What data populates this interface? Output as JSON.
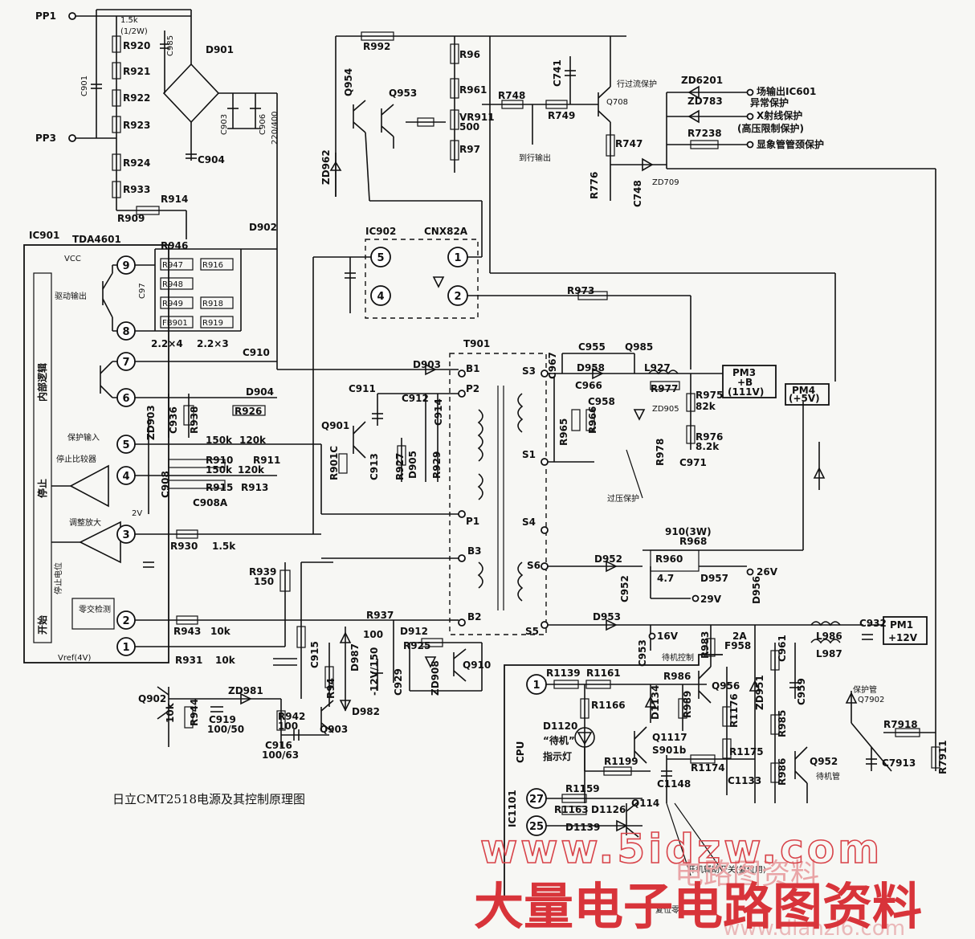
{
  "title": "日立CMT2518电源及其控制原理图",
  "ic": {
    "main": "IC901",
    "main_model": "TDA4601",
    "opto": "IC902",
    "opto_model": "CNX82A",
    "cpu": "IC1101",
    "cpu_label": "CPU"
  },
  "ic901_blocks": [
    "内部逻辑",
    "停止",
    "开始",
    "驱动输出",
    "保护输入",
    "停止比较器",
    "调整放大",
    "停止电位",
    "零交检测",
    "Vref(4V)",
    "VCC",
    "2V"
  ],
  "ic901_pins": [
    "9",
    "8",
    "7",
    "6",
    "5",
    "4",
    "3",
    "2",
    "1"
  ],
  "cpu_pins": [
    "1",
    "27",
    "25"
  ],
  "opto_pins": [
    "5",
    "4",
    "1",
    "2"
  ],
  "inputs": [
    "PP1",
    "PP3"
  ],
  "components": [
    "1.5k",
    "(1/2W)",
    "R920",
    "R921",
    "R922",
    "R923",
    "R924",
    "R933",
    "R909",
    "R914",
    "C901",
    "C985",
    "D901",
    "C903",
    "C906",
    "220/400",
    "C904",
    "R992",
    "Q954",
    "Q953",
    "R96",
    "R961",
    "VR911",
    "500",
    "R97",
    "ZD962",
    "R748",
    "R749",
    "C741",
    "Q708",
    "R747",
    "R776",
    "C748",
    "ZD709",
    "ZD6201",
    "ZD783",
    "R7238",
    "D902",
    "R946",
    "R947",
    "R916",
    "R948",
    "R949",
    "R918",
    "FB901",
    "R919",
    "2.2×4",
    "2.2×3",
    "C97",
    "C910",
    "ZD903",
    "D904",
    "R926",
    "C936",
    "R938",
    "150k",
    "120k",
    "R910",
    "R911",
    "150k",
    "120k",
    "R915",
    "R913",
    "C908",
    "C908A",
    "R930",
    "1.5k",
    "R939",
    "150",
    "R943",
    "10k",
    "R931",
    "10k",
    "Q901",
    "R901C",
    "C913",
    "R927",
    "D905",
    "D903",
    "C911",
    "C912",
    "R929",
    "C914",
    "T901",
    "P1",
    "P2",
    "B1",
    "B2",
    "B3",
    "S1",
    "S3",
    "S4",
    "S5",
    "S6",
    "C967",
    "C955",
    "D958",
    "C966",
    "Q985",
    "L927",
    "R977",
    "R975",
    "82k",
    "R976",
    "8.2k",
    "R965",
    "R966",
    "C958",
    "ZD905",
    "R978",
    "C971",
    "R973",
    "PM3",
    "+B",
    "(111V)",
    "PM4",
    "(+5V)",
    "910(3W)",
    "R968",
    "R960",
    "4.7",
    "D952",
    "C952",
    "D957",
    "D956",
    "26V",
    "29V",
    "D953",
    "16V",
    "C953",
    "R983",
    "F958",
    "2A",
    "C961",
    "C932",
    "L986",
    "L987",
    "PM1",
    "+12V",
    "R937",
    "100",
    "D912",
    "R925",
    "Q910",
    "-12V/150",
    "C929",
    "ZD908",
    "C915",
    "D987",
    "R94",
    "D982",
    "Q902",
    "ZD981",
    "10k",
    "R944",
    "C919",
    "100/50",
    "R942",
    "100",
    "Q903",
    "C916",
    "100/63",
    "R1139",
    "R1161",
    "R1166",
    "D1134",
    "D1120",
    "R1199",
    "R1159",
    "R1163",
    "D1126",
    "Q114",
    "D1139",
    "Q1117",
    "S901b",
    "C1148",
    "R1174",
    "R1175",
    "C1133",
    "R986",
    "Q956",
    "R989",
    "R1176",
    "ZD951",
    "C959",
    "R985",
    "R986",
    "Q952",
    "R7918",
    "C7913",
    "R7911",
    "Q7902"
  ],
  "notes": [
    "行过流保护",
    "到行输出",
    "场输出IC601",
    "异常保护",
    "X射线保护",
    "(高压限制保护)",
    "显象管管颈保护",
    "过压保护",
    "待机控制",
    "“待机”",
    "指示灯",
    "待机管",
    "保护管",
    "开机辅助开关(复位用)",
    "复位零"
  ],
  "watermark": {
    "url": "www.5idzw.com",
    "cn": "大量电子电路图资料",
    "faint": "电路图资料",
    "faint_url": "www.dianzi6.com"
  }
}
